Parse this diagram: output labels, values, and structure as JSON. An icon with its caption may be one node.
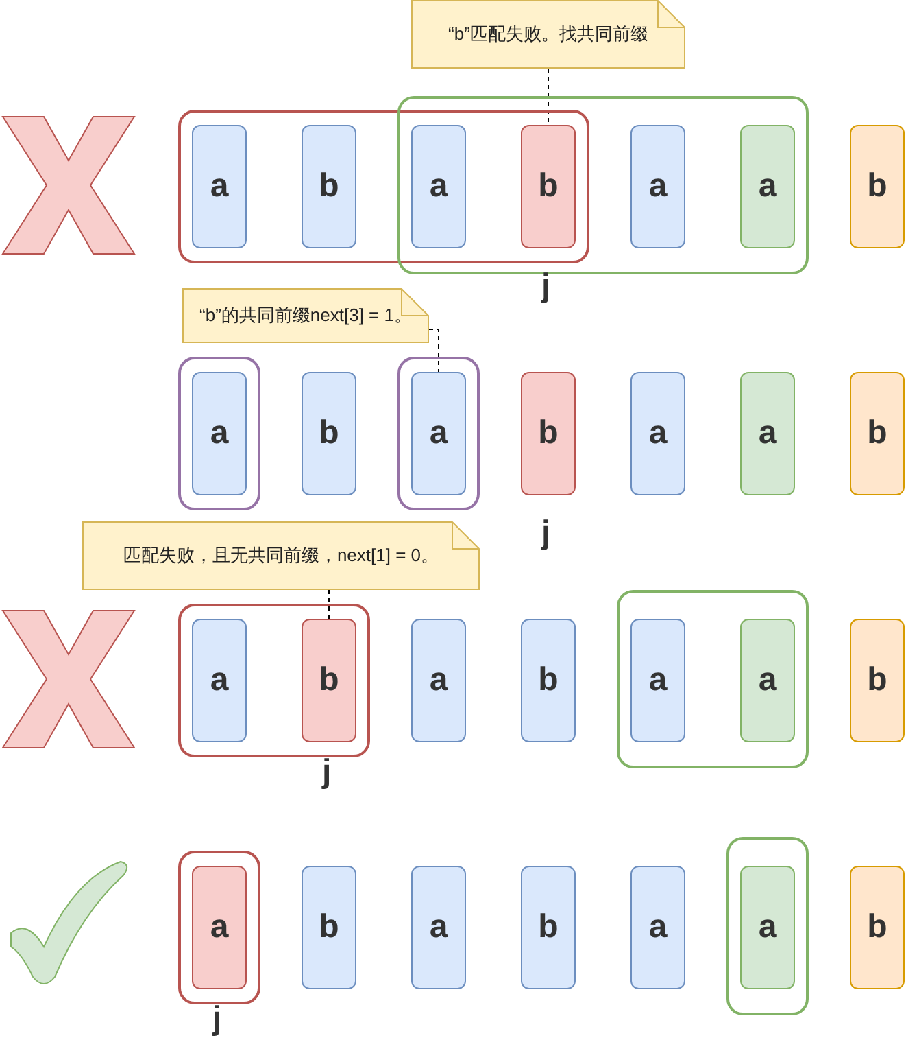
{
  "diagram": {
    "nodes": [
      {
        "text": [
          "“b”匹配失败。找共同前缀"
        ]
      },
      {
        "text": [],
        "shape": "box"
      },
      {
        "text": [],
        "shape": "box"
      },
      {
        "text": [
          "a"
        ],
        "in": 1
      },
      {
        "text": [
          "b"
        ],
        "in": 1
      },
      {
        "text": [
          "a"
        ]
      },
      {
        "text": [
          "b"
        ],
        "beside": [
          "j"
        ]
      },
      {
        "text": [
          "a"
        ],
        "in": 2
      },
      {
        "text": [
          "a"
        ],
        "in": 2
      },
      {
        "text": [
          "b"
        ]
      },
      {
        "text": [
          "“b”的共同前缀next[3] = 1。"
        ]
      },
      {
        "text": [],
        "shape": "box"
      },
      {
        "text": [],
        "shape": "box"
      },
      {
        "text": [
          "a"
        ],
        "in": 11
      },
      {
        "text": [
          "b"
        ]
      },
      {
        "text": [
          "a"
        ],
        "in": 12
      },
      {
        "text": [
          "b"
        ],
        "beside": [
          "j"
        ]
      },
      {
        "text": [
          "a"
        ]
      },
      {
        "text": [
          "a"
        ]
      },
      {
        "text": [
          "b"
        ]
      },
      {
        "text": [
          "匹配失败，且无共同前缀，next[1] = 0。"
        ]
      },
      {
        "text": [],
        "shape": "box"
      },
      {
        "text": [],
        "shape": "box"
      },
      {
        "text": [
          "a"
        ],
        "in": 21
      },
      {
        "text": [
          "b"
        ],
        "in": 21,
        "beside": [
          "j"
        ]
      },
      {
        "text": [
          "a"
        ]
      },
      {
        "text": [
          "b"
        ]
      },
      {
        "text": [
          "a"
        ],
        "in": 22
      },
      {
        "text": [
          "a"
        ],
        "in": 22
      },
      {
        "text": [
          "b"
        ]
      },
      {
        "text": [],
        "shape": "box"
      },
      {
        "text": [],
        "shape": "box"
      },
      {
        "text": [
          "a"
        ],
        "in": 30,
        "beside": [
          "j"
        ]
      },
      {
        "text": [
          "b"
        ]
      },
      {
        "text": [
          "a"
        ]
      },
      {
        "text": [
          "b"
        ]
      },
      {
        "text": [
          "a"
        ]
      },
      {
        "text": [
          "a"
        ],
        "in": 31
      },
      {
        "text": [
          "b"
        ]
      }
    ],
    "edges": [
      {
        "from": 0,
        "to": 6,
        "arrow": "none",
        "style": "dashed"
      },
      {
        "from": 10,
        "to": 15,
        "arrow": "none",
        "style": "dashed"
      },
      {
        "from": 20,
        "to": 24,
        "arrow": "none",
        "style": "dashed"
      }
    ]
  }
}
